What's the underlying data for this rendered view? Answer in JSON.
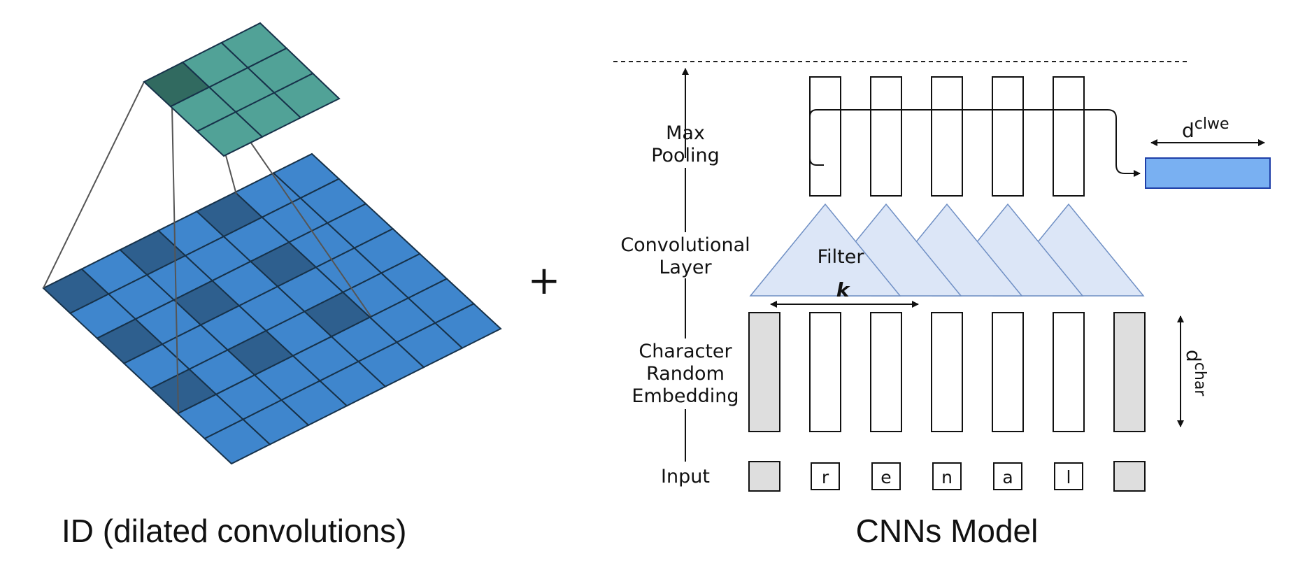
{
  "left_panel": {
    "caption": "ID (dilated convolutions)",
    "input_grid": {
      "rows": 7,
      "cols": 7,
      "dilated_cells": [
        [
          0,
          0
        ],
        [
          0,
          2
        ],
        [
          0,
          4
        ],
        [
          2,
          0
        ],
        [
          2,
          2
        ],
        [
          2,
          4
        ],
        [
          4,
          0
        ],
        [
          4,
          2
        ],
        [
          4,
          4
        ]
      ]
    },
    "output_grid": {
      "rows": 3,
      "cols": 3,
      "highlight_cell": [
        0,
        0
      ]
    },
    "colors": {
      "input": "#3f86cd",
      "input_dilated": "#2e5f8e",
      "output": "#51a297",
      "output_highlight": "#316a60",
      "grid_line": "#17324a"
    }
  },
  "plus_sign": "+",
  "right_panel": {
    "caption": "CNNs Model",
    "stage_labels": {
      "max_pooling": [
        "Max",
        "Pooling"
      ],
      "convolutional_layer": [
        "Convolutional",
        "Layer"
      ],
      "embedding": [
        "Character",
        "Random",
        "Embedding"
      ],
      "input": "Input"
    },
    "input_chars": [
      "",
      "r",
      "e",
      "n",
      "a",
      "l",
      ""
    ],
    "padding_positions": [
      0,
      6
    ],
    "filter": {
      "label": "Filter",
      "width_label": "k",
      "count": 5
    },
    "dims": {
      "output_base": "d",
      "output_sup": "clwe",
      "embedding_base": "d",
      "embedding_sup": "char"
    },
    "colors": {
      "filter_fill": "#dce6f7",
      "filter_stroke": "#6f8fc4",
      "output_fill": "#79b0f2",
      "output_stroke": "#1f3fa8",
      "padding_fill": "#dedede"
    }
  }
}
